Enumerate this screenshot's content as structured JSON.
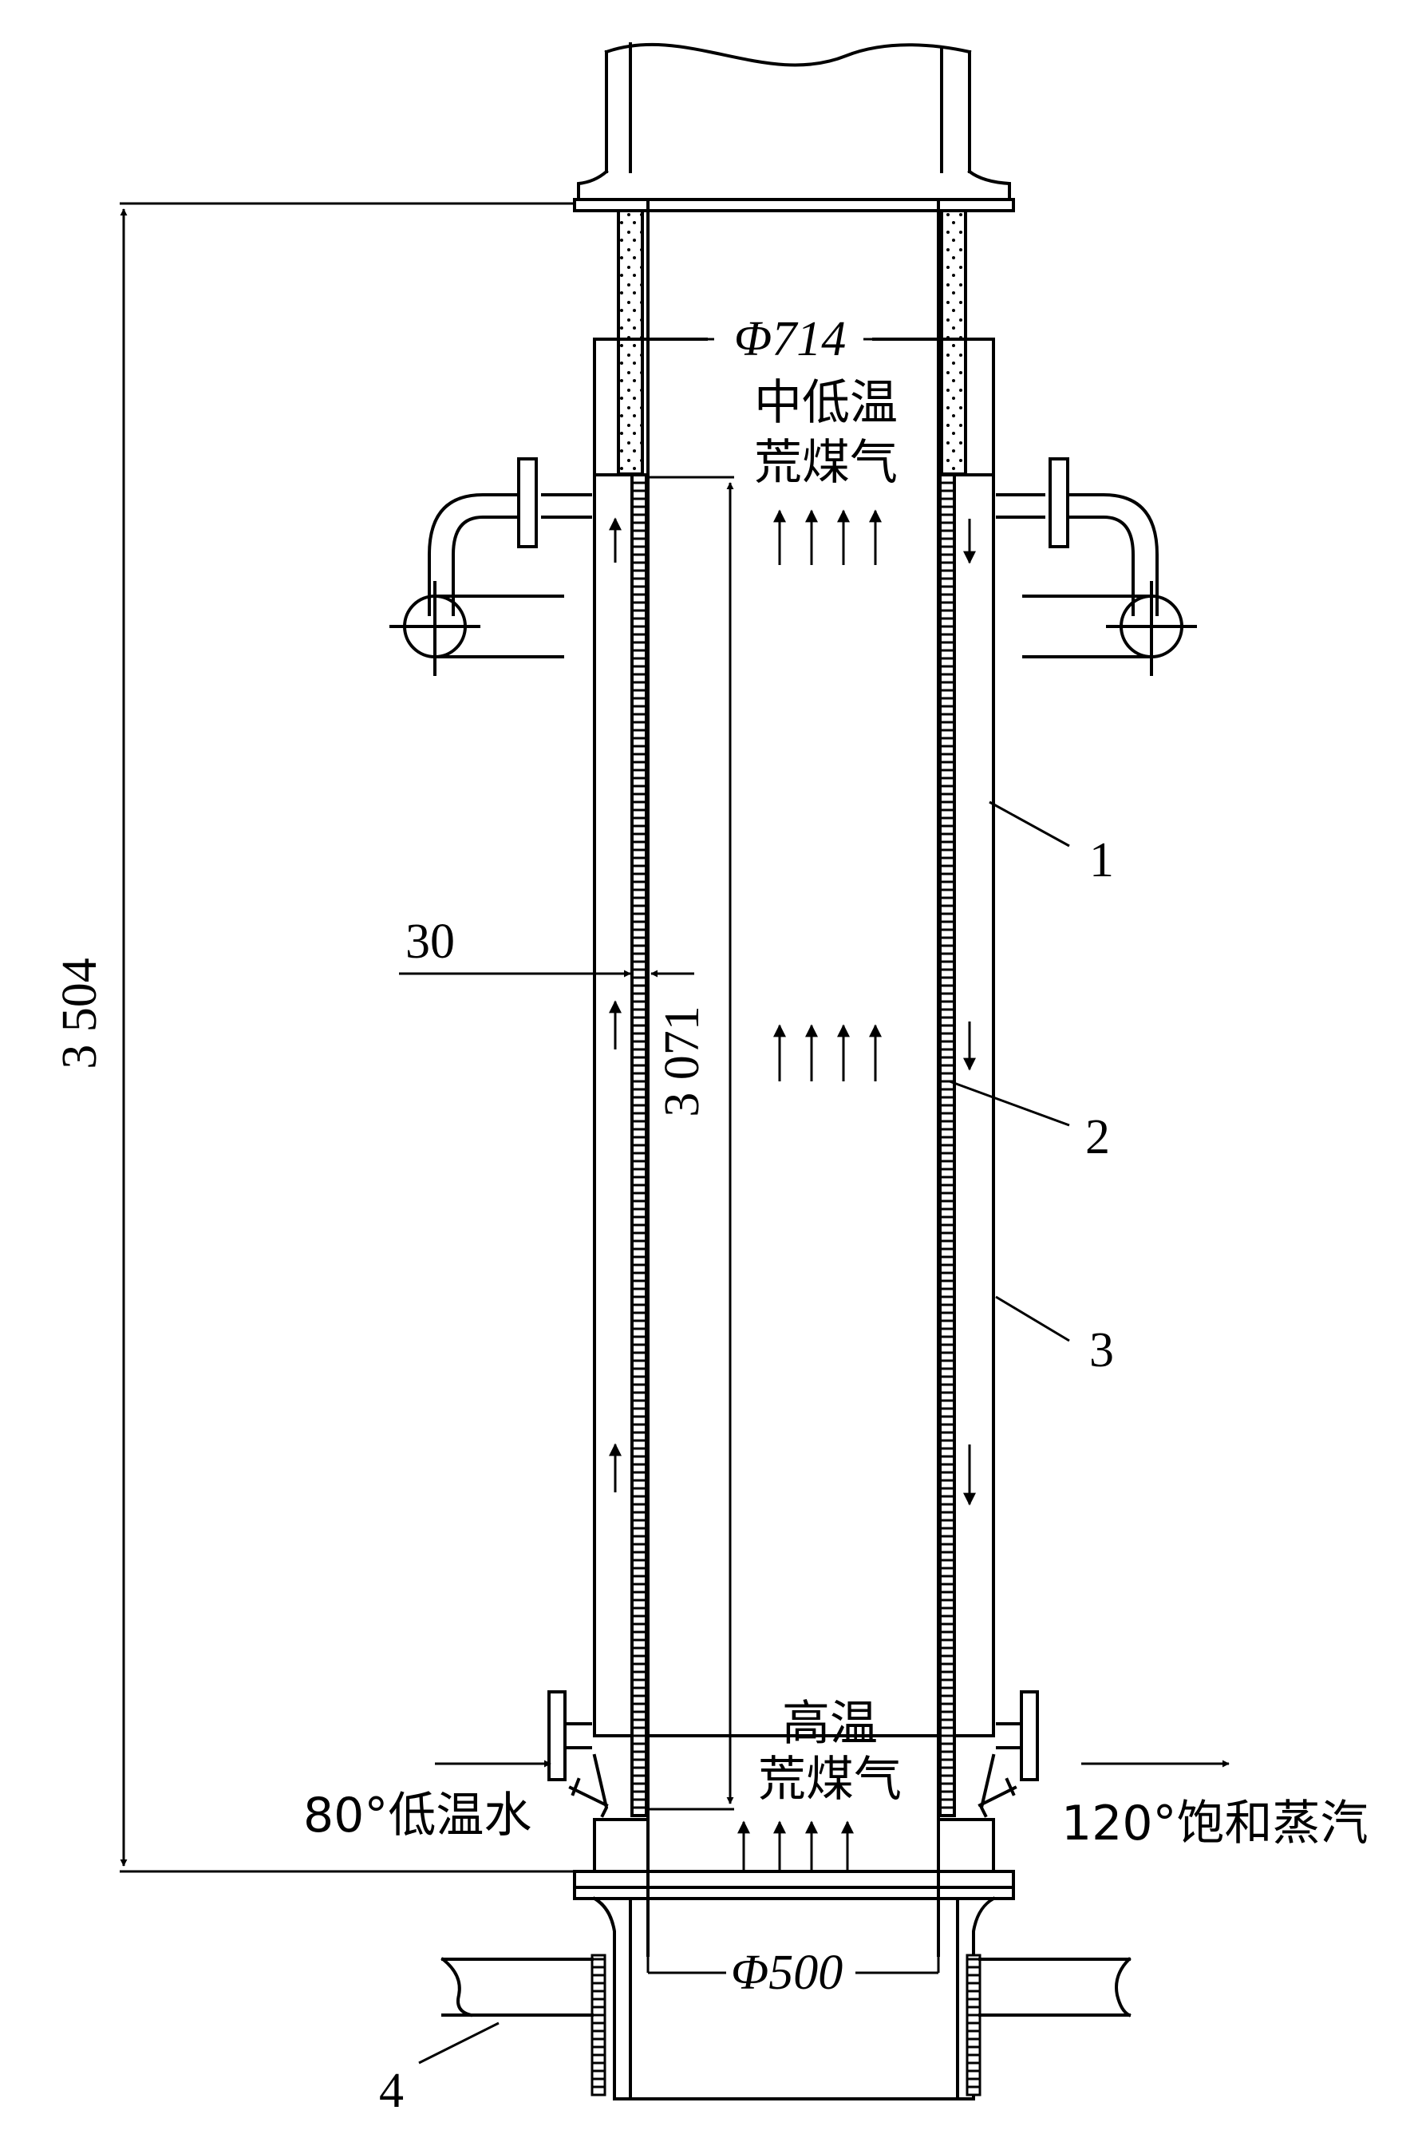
{
  "labels": {
    "dim_height_total": "3 504",
    "dim_height_inner": "3 071",
    "dim_thickness": "30",
    "dia_top": "Φ714",
    "dia_bottom": "Φ500",
    "gas_outlet_line1": "中低温",
    "gas_outlet_line2": "荒煤气",
    "gas_inlet_line1": "高温",
    "gas_inlet_line2": "荒煤气",
    "water_in": "80°低温水",
    "steam_out": "120°饱和蒸汽",
    "part_1": "1",
    "part_2": "2",
    "part_3": "3",
    "part_4": "4"
  },
  "icons": [
    "flow-arrow-icon",
    "flange-icon",
    "valve-icon"
  ]
}
